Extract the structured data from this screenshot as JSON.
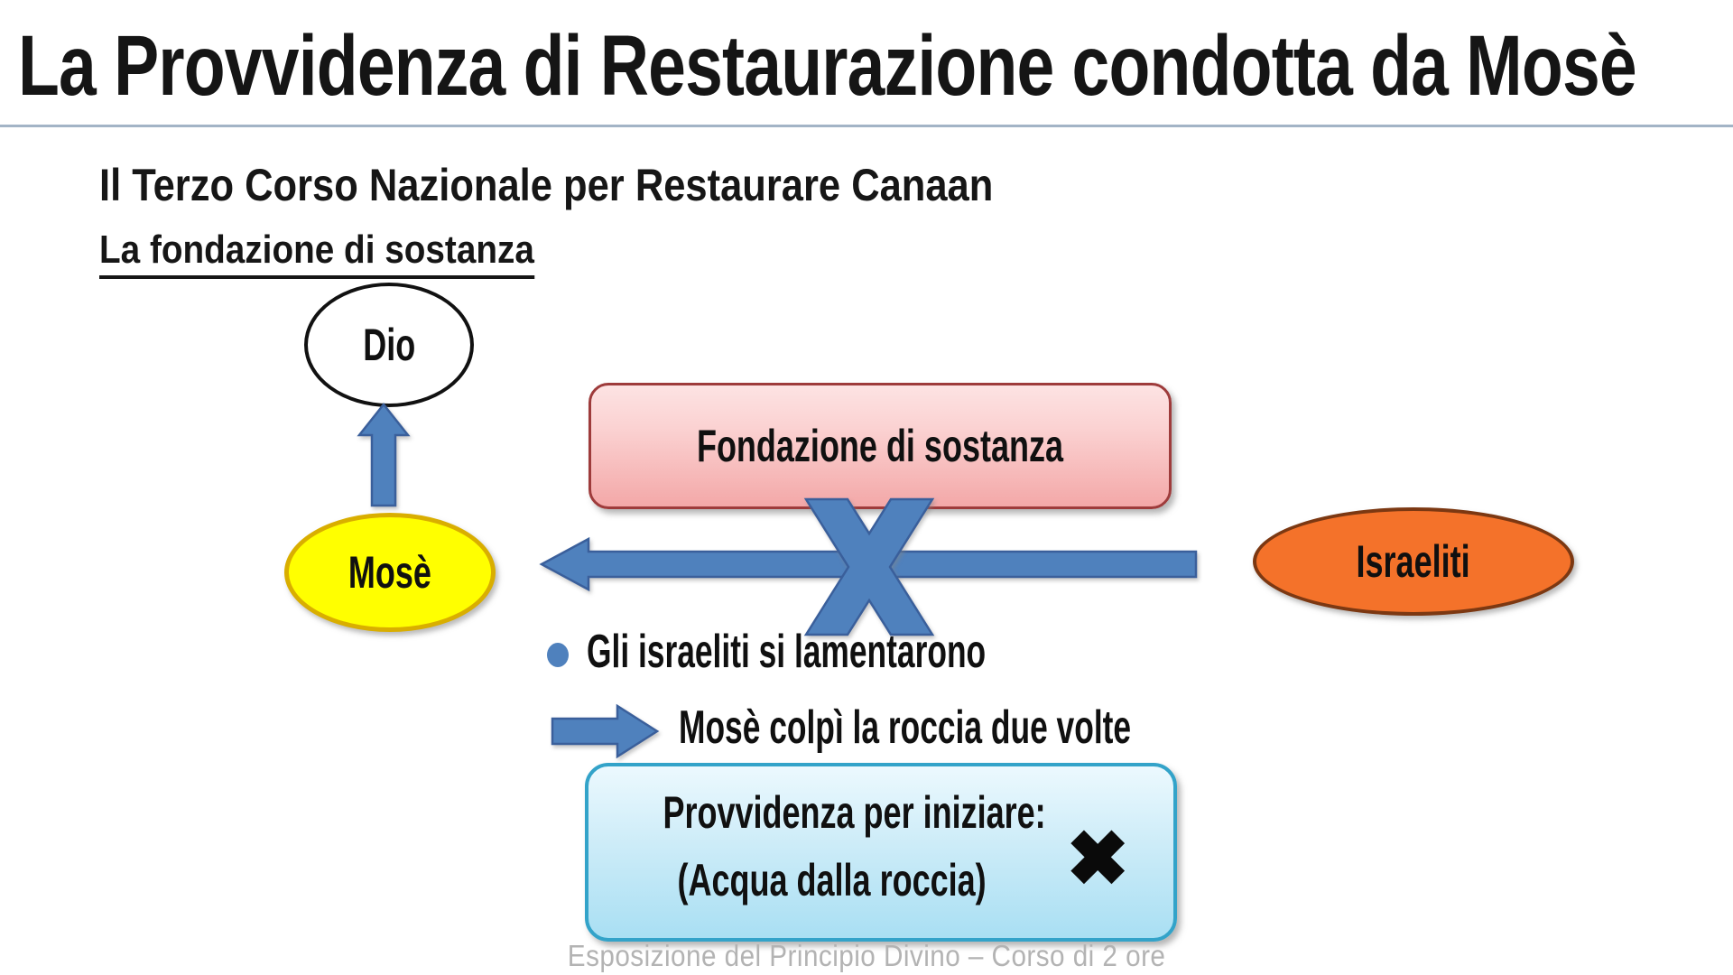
{
  "slide": {
    "title": "La Provvidenza di Restaurazione condotta da Mosè",
    "subtitle": "Il Terzo Corso Nazionale per Restaurare Canaan",
    "section_heading": "La fondazione di sostanza",
    "footer": "Esposizione del Principio Divino – Corso di 2 ore"
  },
  "diagram": {
    "nodes": {
      "dio": {
        "label": "Dio"
      },
      "mose": {
        "label": "Mosè"
      },
      "israeliti": {
        "label": "Israeliti"
      }
    },
    "boxes": {
      "fondazione": {
        "label": "Fondazione di sostanza"
      },
      "provvidenza": {
        "line1": "Provvidenza per iniziare:",
        "line2": "(Acqua dalla roccia)",
        "cross_mark": "✖"
      }
    },
    "bullets": [
      {
        "marker": "blue-dot",
        "text": "Gli israeliti si lamentarono"
      },
      {
        "marker": "right-arrow",
        "text": "Mosè colpì la roccia due volte"
      }
    ],
    "colors": {
      "arrow_blue": "#4f81bd",
      "arrow_blue_border": "#3a5f9b",
      "pink_box_fill_top": "#fde3e3",
      "pink_box_fill_bottom": "#f3a8a8",
      "pink_box_border": "#9e3b3b",
      "cyan_box_fill_top": "#ecf9fe",
      "cyan_box_fill_bottom": "#a9dff3",
      "cyan_box_border": "#33a3c9",
      "yellow_fill": "#ffff00",
      "yellow_border": "#d9ae00",
      "orange_fill": "#f4722a",
      "orange_border": "#7c3812",
      "divider": "#a3b4c6",
      "footer_text": "#b3b3b3"
    }
  }
}
